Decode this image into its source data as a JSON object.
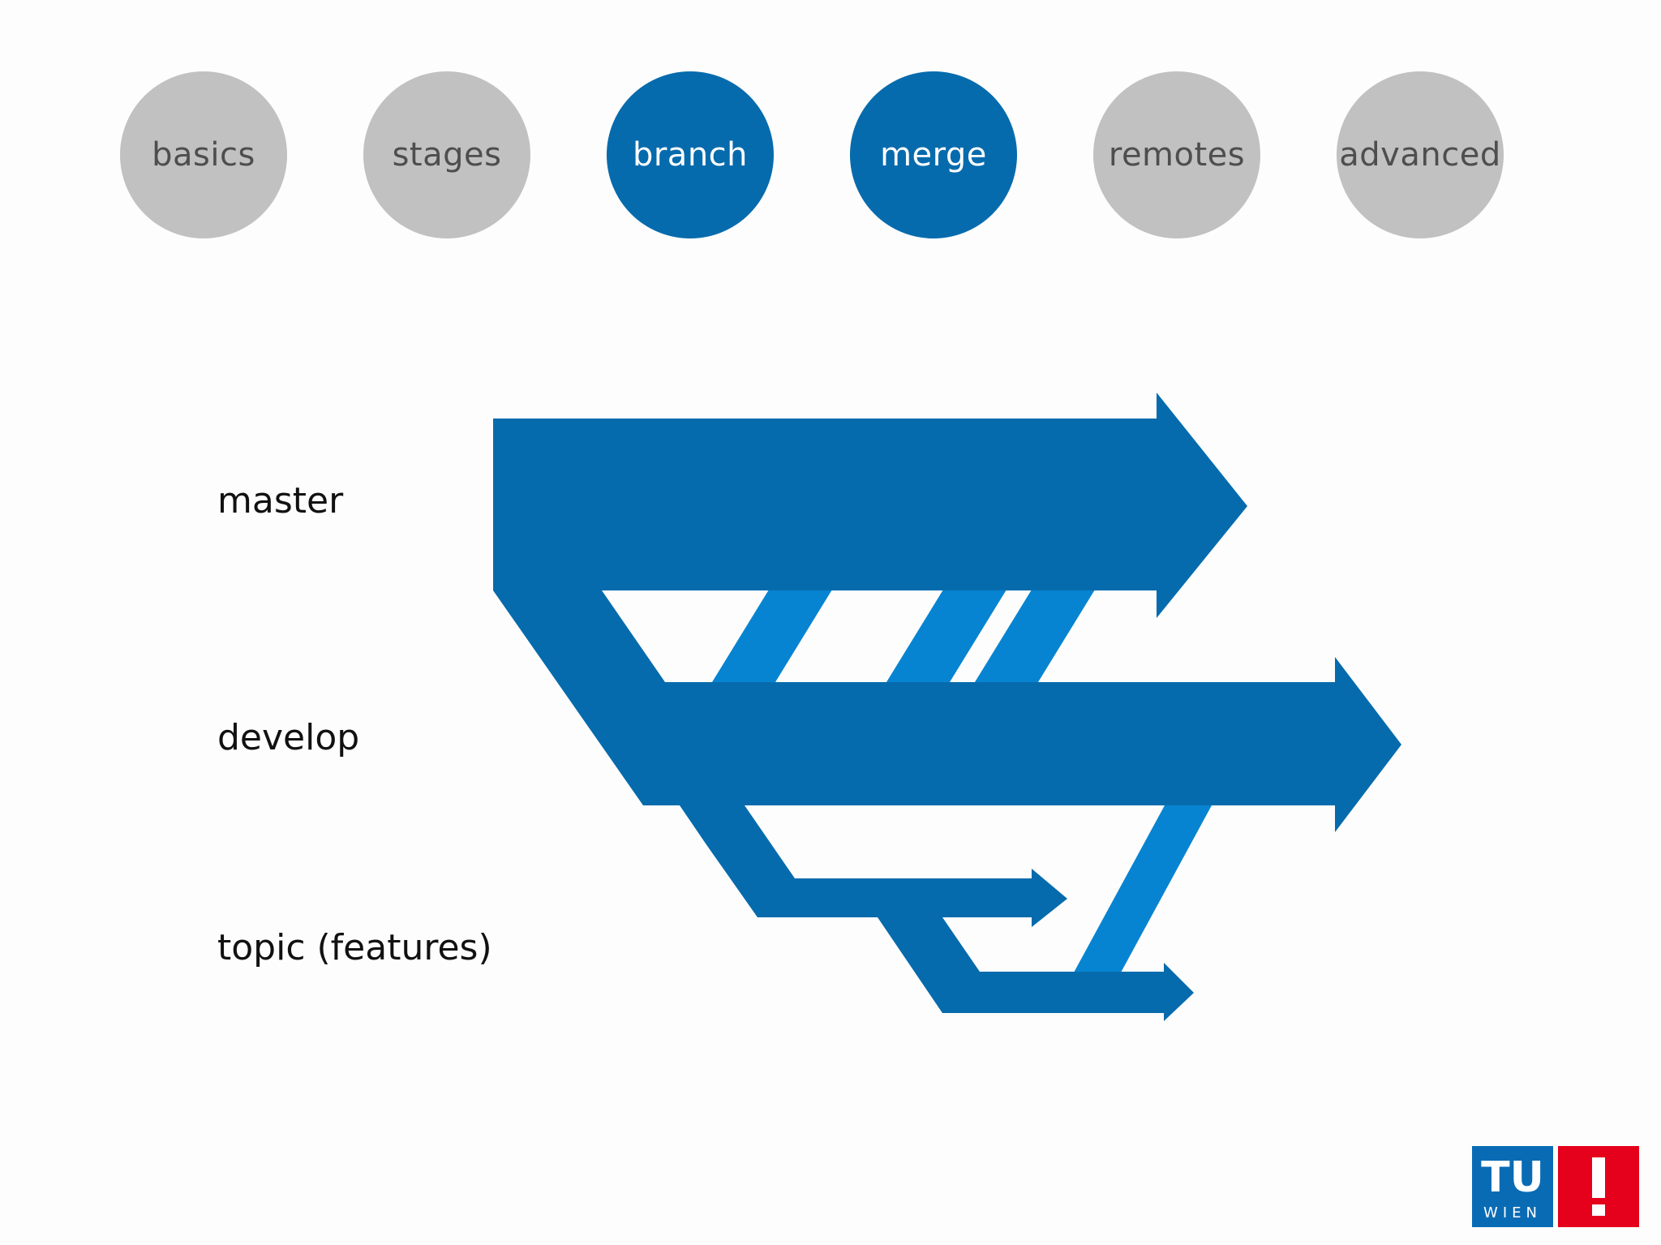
{
  "nav": {
    "items": [
      {
        "label": "basics",
        "active": false
      },
      {
        "label": "stages",
        "active": false
      },
      {
        "label": "branch",
        "active": true
      },
      {
        "label": "merge",
        "active": true
      },
      {
        "label": "remotes",
        "active": false
      },
      {
        "label": "advanced",
        "active": false
      }
    ]
  },
  "lanes": {
    "master": "master",
    "develop": "develop",
    "topic": "topic (features)"
  },
  "logo": {
    "text_tu": "TU",
    "text_wien": "WIEN",
    "mark": "!"
  },
  "colors": {
    "primary": "#066bad",
    "accent": "#0784d1",
    "inactive": "#c1c1c2",
    "inactive_text": "#4e4e4e",
    "logo_red": "#e5001b",
    "logo_blue": "#0a6bb5"
  }
}
